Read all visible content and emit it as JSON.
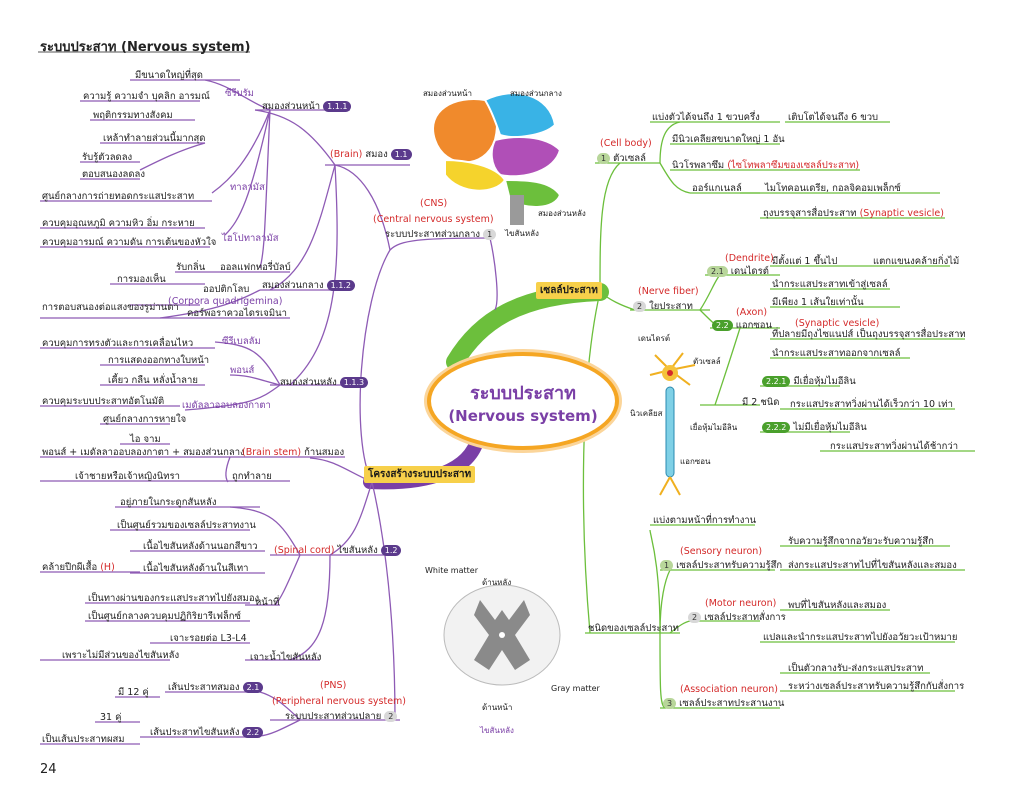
{
  "page": {
    "title": "ระบบประสาท (Nervous system)",
    "number": "24"
  },
  "center": {
    "line1": "ระบบประสาท",
    "line2": "(Nervous system)"
  },
  "branches": {
    "structure": "โครงสร้างระบบประสาท",
    "cell": "เซลล์ประสาท"
  },
  "cns": {
    "en": "(CNS)",
    "en2": "(Central nervous system)",
    "th": "ระบบประสาทส่วนกลาง",
    "num": "1",
    "brain": {
      "en": "(Brain)",
      "th": "สมอง",
      "num": "1.1"
    },
    "forebrain": {
      "label": "สมองส่วนหน้า",
      "num": "1.1.1",
      "cerebrum": "ซีรีบรัม",
      "cerebrum_items": [
        "มีขนาดใหญ่ที่สุด",
        "ความรู้ ความจำ บุคลิก อารมณ์",
        "พฤติกรรมทางสังคม",
        "เหล้าทำลายส่วนนี้มากสุด",
        "รับรู้ตัวลดลง",
        "ตอบสนองลดลง"
      ],
      "thalamus": "ทาลามัส",
      "thalamus_item": "ศูนย์กลางการถ่ายทอดกระแสประสาท",
      "hypothalamus": "ไฮโปทาลามัส",
      "hypo_items": [
        "ควบคุมอุณหภูมิ ความหิว อิ่ม กระหาย",
        "ควบคุมอารมณ์ ความดัน การเต้นของหัวใจ"
      ],
      "olfactory": "ออลแฟกทอรี่บัลบ์",
      "olfactory_item": "รับกลิ่น"
    },
    "midbrain": {
      "label": "สมองส่วนกลาง",
      "num": "1.1.2",
      "optic": "ออปติกโลบ",
      "optic_item": "การมองเห็น",
      "cq_en": "(Corpora quadrigemina)",
      "cq_th": "คอร์พอราควอไดรเจมินา",
      "cq_item": "การตอบสนองต่อแสงของรูม่านตา"
    },
    "hindbrain": {
      "label": "สมองส่วนหลัง",
      "num": "1.1.3",
      "cerebellum": "ซีรีเบลลัม",
      "cerebellum_item": "ควบคุมการทรงตัวและการเคลื่อนไหว",
      "pons": "พอนส์",
      "pons_items": [
        "การแสดงออกทางใบหน้า",
        "เคี้ยว กลืน หลั่งน้ำลาย"
      ],
      "medulla": "เมดัลลาออบลองกาตา",
      "medulla_items": [
        "ควบคุมระบบประสาทอัตโนมัติ",
        "ศูนย์กลางการหายใจ",
        "ไอ จาม"
      ]
    },
    "brainstem": {
      "formula": "พอนส์ + เมดัลลาออบลองกาตา + สมองส่วนกลาง",
      "en": "(Brain stem)",
      "th": "ก้านสมอง",
      "item_a": "เจ้าชายหรือเจ้าหญิงนิทรา",
      "item_b": "ถูกทำลาย"
    },
    "spinal": {
      "en": "(Spinal cord)",
      "th": "ไขสันหลัง",
      "num": "1.2",
      "items": [
        "อยู่ภายในกระดูกสันหลัง",
        "เป็นศูนย์รวมของเซลล์ประสาทงาน",
        "เนื้อไขสันหลังด้านนอกสีขาว",
        "เนื้อไขสันหลังด้านในสีเทา"
      ],
      "h_label": "คล้ายปีกผีเสื้อ",
      "h_letter": "(H)",
      "func": "หน้าที่",
      "func_items": [
        "เป็นทางผ่านของกระแสประสาทไปยังสมอง",
        "เป็นศูนย์กลางควบคุมปฏิกิริยารีเฟล็กซ์"
      ],
      "tap": "เจาะน้ำไขสันหลัง",
      "tap_items": [
        "เจาะรอยต่อ L3-L4",
        "เพราะไม่มีส่วนของไขสันหลัง"
      ]
    }
  },
  "pns": {
    "en": "(PNS)",
    "en2": "(Peripheral nervous system)",
    "th": "ระบบประสาทส่วนปลาย",
    "num": "2",
    "cranial": "เส้นประสาทสมอง",
    "cranial_num": "2.1",
    "cranial_pairs": "มี 12 คู่",
    "spinal": "เส้นประสาทไขสันหลัง",
    "spinal_num": "2.2",
    "spinal_pairs": "31 คู่",
    "mixed": "เป็นเส้นประสาทผสม"
  },
  "brain_img": {
    "fore": "สมองส่วนหน้า",
    "mid": "สมองส่วนกลาง",
    "hind": "สมองส่วนหลัง",
    "cord": "ไขสันหลัง"
  },
  "cord_img": {
    "white": "White matter",
    "dorsal": "ด้านหลัง",
    "gray": "Gray matter",
    "ventral": "ด้านหน้า",
    "cord": "ไขสันหลัง"
  },
  "neuron_img": {
    "dendrite": "เดนไดรต์",
    "body": "ตัวเซลล์",
    "nucleus": "นิวเคลียส",
    "myelin": "เยื่อหุ้มไมอีลิน",
    "axon": "แอกซอน"
  },
  "cell": {
    "body_en": "(Cell body)",
    "body_th": "ตัวเซลล์",
    "body_num": "1",
    "body_items": [
      "แบ่งตัวได้จนถึง 1 ขวบครึ่ง",
      "มีนิวเคลียสขนาดใหญ่ 1 อัน",
      "นิวโรพลาซึม"
    ],
    "body_item0_b": "เติบโตได้จนถึง 6 ขวบ",
    "neuroplasm_red": "(ไซโทพลาซึมของเซลล์ประสาท)",
    "organelles": "ออร์แกเนลล์",
    "org_items": [
      "ไมโทคอนเดรีย, กอลจิคอมเพล็กซ์",
      "ถุงบรรจุสารสื่อประสาท"
    ],
    "vesicle_en": "(Synaptic vesicle)",
    "fiber_en": "(Nerve fiber)",
    "fiber_th": "ใยประสาท",
    "fiber_num": "2",
    "dendrite_en": "(Dendrite)",
    "dendrite_th": "เดนไดรต์",
    "dendrite_num": "2.1",
    "dendrite_items": [
      "มีตั้งแต่ 1 ขึ้นไป",
      "นำกระแสประสาทเข้าสู่เซลล์"
    ],
    "dendrite_item0_b": "แตกแขนงคล้ายกิ่งไม้",
    "axon_en": "(Axon)",
    "axon_th": "แอกซอน",
    "axon_num": "2.2",
    "axon_items": [
      "มีเพียง 1 เส้นใยเท่านั้น",
      "ที่ปลายมีถุงไซแนปส์ เป็นถุงบรรจุสารสื่อประสาท",
      "นำกระแสประสาทออกจากเซลล์"
    ],
    "axon_vesicle": "(Synaptic vesicle)",
    "two_types": "มี 2 ชนิด",
    "myel_yes": "มีเยื่อหุ้มไมอีลิน",
    "myel_yes_num": "2.2.1",
    "myel_yes_item": "กระแสประสาทวิ่งผ่านได้เร็วกว่า 10 เท่า",
    "myel_no": "ไม่มีเยื่อหุ้มไมอีลิน",
    "myel_no_num": "2.2.2",
    "myel_no_item": "กระแสประสาทวิ่งผ่านได้ช้ากว่า",
    "types": "ชนิดของเซลล์ประสาท",
    "types_by": "แบ่งตามหน้าที่การทำงาน",
    "sensory_en": "(Sensory neuron)",
    "sensory_th": "เซลล์ประสาทรับความรู้สึก",
    "sensory_num": "1",
    "sensory_items": [
      "รับความรู้สึกจากอวัยวะรับความรู้สึก",
      "ส่งกระแสประสาทไปที่ไขสันหลังและสมอง"
    ],
    "motor_en": "(Motor neuron)",
    "motor_th": "เซลล์ประสาทสั่งการ",
    "motor_num": "2",
    "motor_items": [
      "พบที่ไขสันหลังและสมอง",
      "แปลและนำกระแสประสาทไปยังอวัยวะเป้าหมาย"
    ],
    "assoc_en": "(Association neuron)",
    "assoc_th": "เซลล์ประสาทประสานงาน",
    "assoc_num": "3",
    "assoc_items": [
      "เป็นตัวกลางรับ-ส่งกระแสประสาท",
      "ระหว่างเซลล์ประสาทรับความรู้สึกกับสั่งการ"
    ]
  },
  "colors": {
    "purple": "#7a3fa6",
    "green": "#6cbf3c",
    "orange": "#f5a623",
    "red": "#d42a2a"
  }
}
